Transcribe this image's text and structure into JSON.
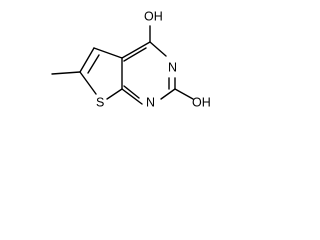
{
  "molecule": {
    "labels": {
      "oh_top": "OH",
      "oh_bottom": "OH",
      "n_upper": "N",
      "n_lower": "N",
      "s": "S"
    },
    "colors": {
      "bond": "#000000",
      "text": "#000000",
      "background": "#ffffff"
    }
  }
}
